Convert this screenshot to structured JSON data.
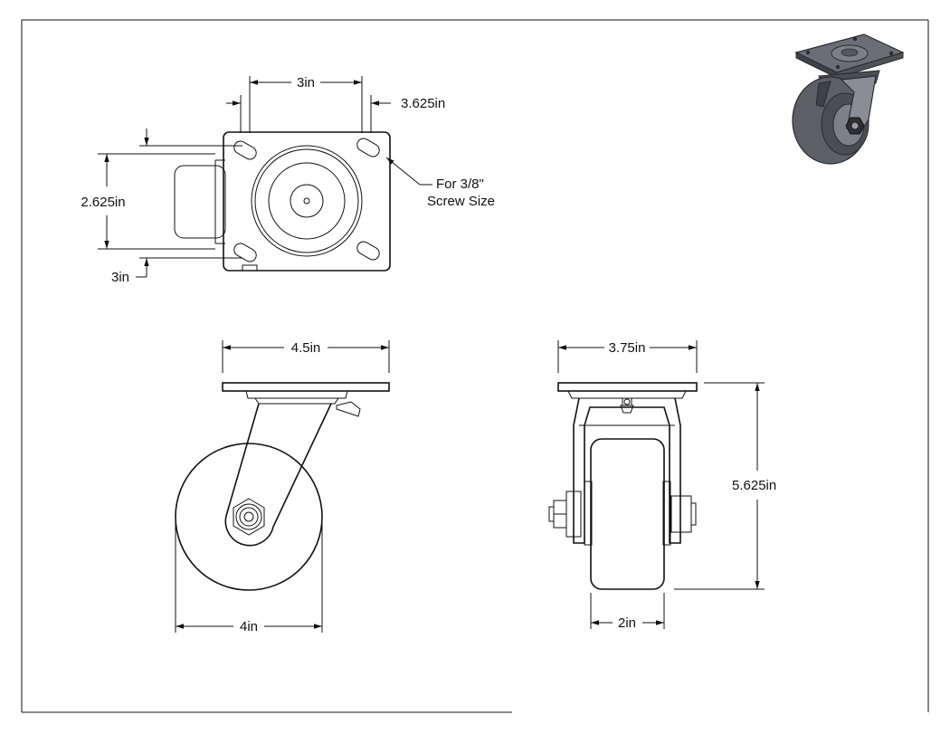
{
  "dimensions": {
    "top_center_spacing": "3in",
    "top_right_spacing": "3.625in",
    "left_spacing": "2.625in",
    "bottom_left_spacing": "3in",
    "side_plate_width": "4.5in",
    "wheel_diameter": "4in",
    "front_plate_width": "3.75in",
    "overall_height": "5.625in",
    "wheel_width": "2in"
  },
  "callouts": {
    "screw_line1": "For 3/8\"",
    "screw_line2": "Screw Size"
  },
  "colors": {
    "line": "#111111",
    "background": "#ffffff",
    "caster_dark": "#4a4d52",
    "caster_mid": "#6b6f75",
    "caster_light": "#9a9ea4"
  }
}
